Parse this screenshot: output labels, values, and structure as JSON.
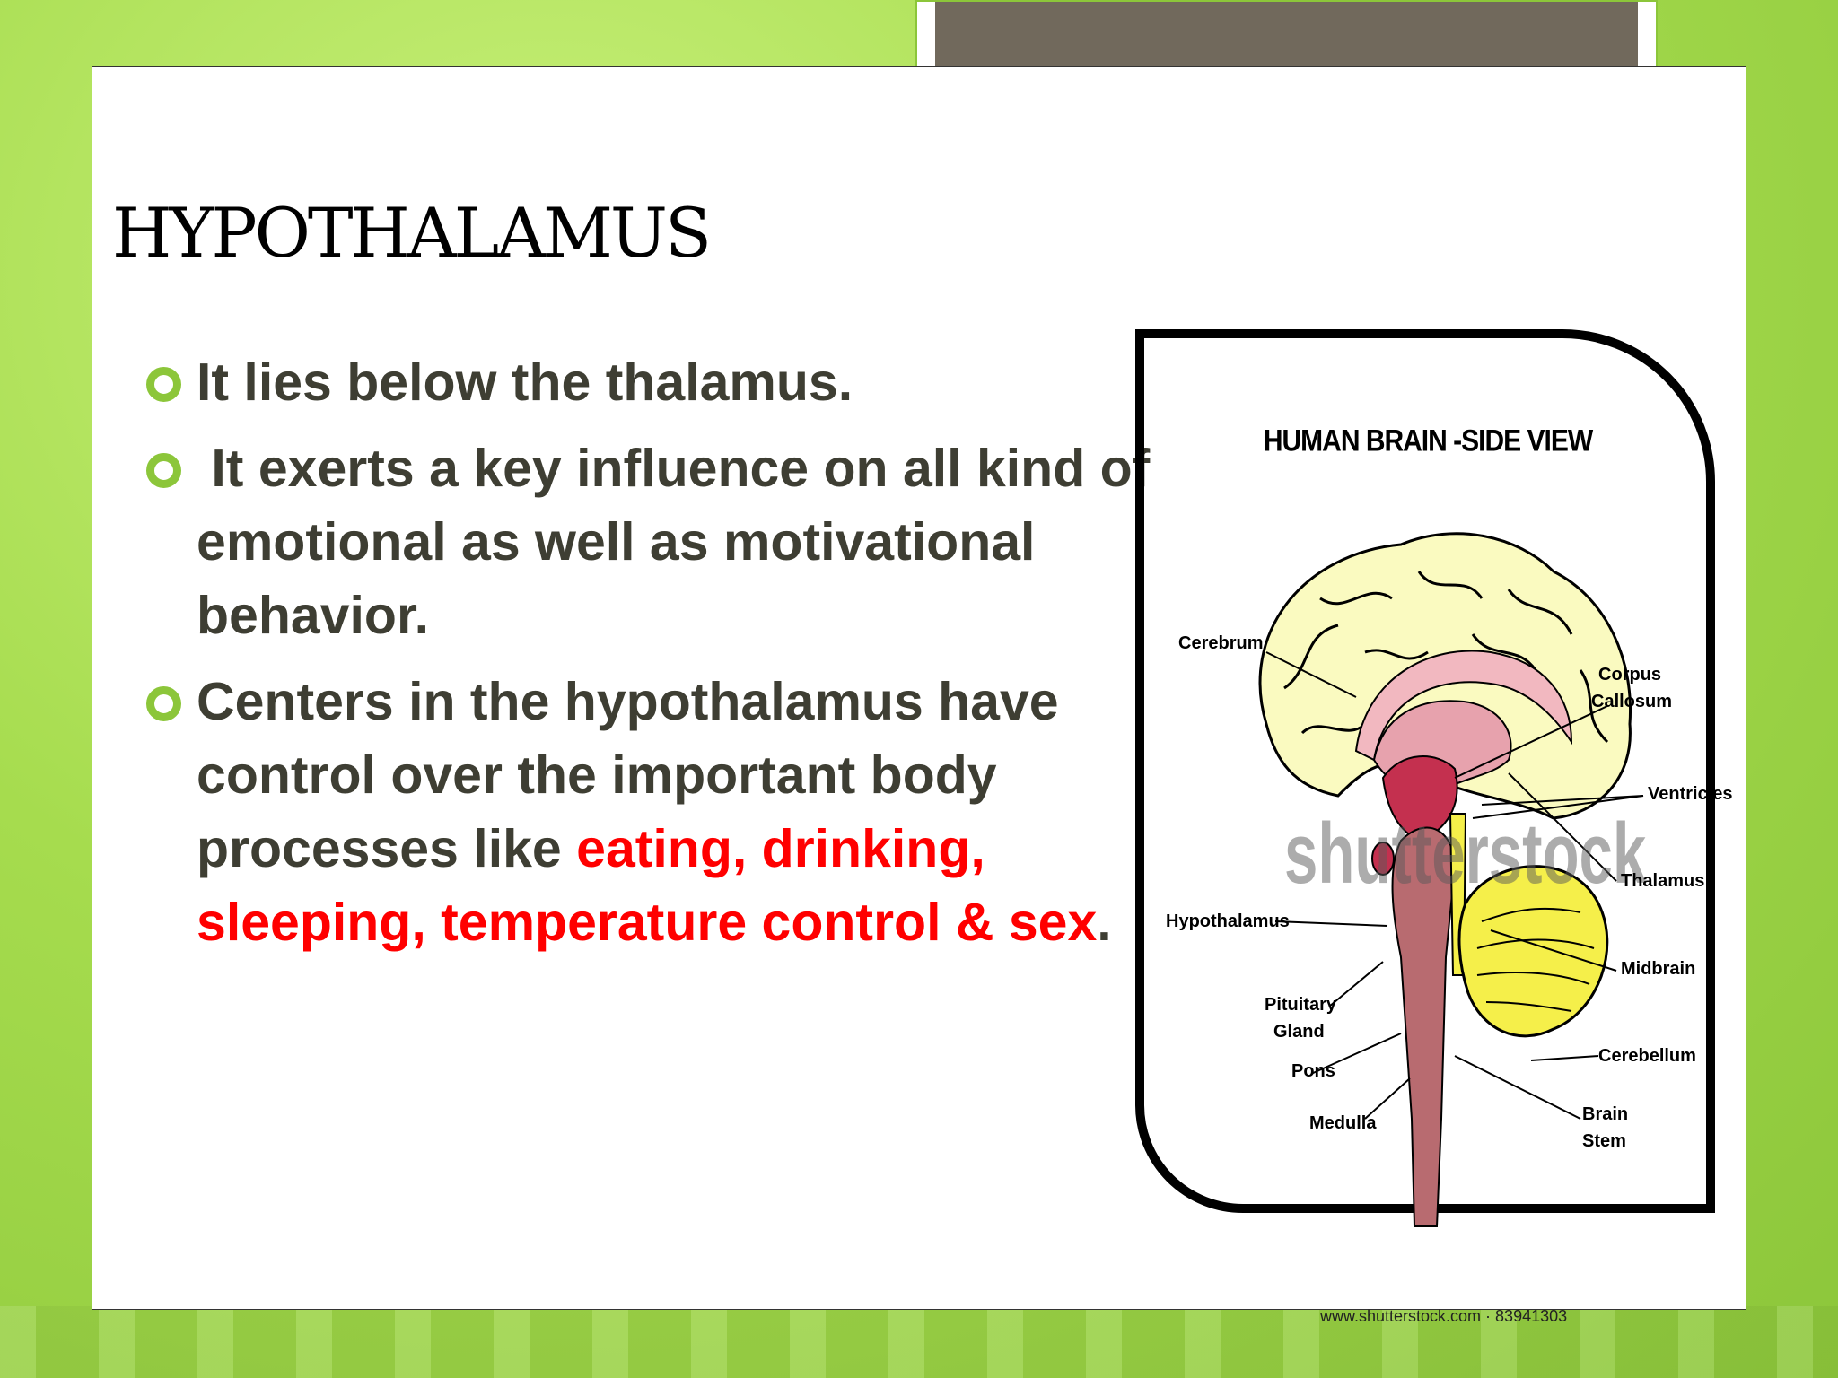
{
  "slide": {
    "title": "HYPOTHALAMUS",
    "bullets": [
      {
        "text": "It lies below the thalamus."
      },
      {
        "text": " It exerts a key influence on all kind of emotional as well as motivational behavior."
      },
      {
        "text_normal": "Centers in the hypothalamus have control over the important body processes like ",
        "text_red": "eating, drinking, sleeping, temperature control & sex",
        "text_end": "."
      }
    ]
  },
  "figure": {
    "title": "HUMAN BRAIN -SIDE VIEW",
    "labels": {
      "cerebrum": "Cerebrum",
      "corpus": "Corpus",
      "callosum": "Callosum",
      "ventricles": "Ventricles",
      "thalamus": "Thalamus",
      "hypothalamus": "Hypothalamus",
      "midbrain": "Midbrain",
      "pituitary": "Pituitary",
      "gland": "Gland",
      "cerebellum": "Cerebellum",
      "pons": "Pons",
      "brain": "Brain",
      "stem": "Stem",
      "medulla": "Medulla"
    },
    "watermark": "shutterstock",
    "credit": "www.shutterstock.com · 83941303"
  },
  "colors": {
    "accent": "#8cc63a",
    "text": "#3e3e33",
    "highlight": "#ff0000",
    "tab": "#71695c"
  }
}
